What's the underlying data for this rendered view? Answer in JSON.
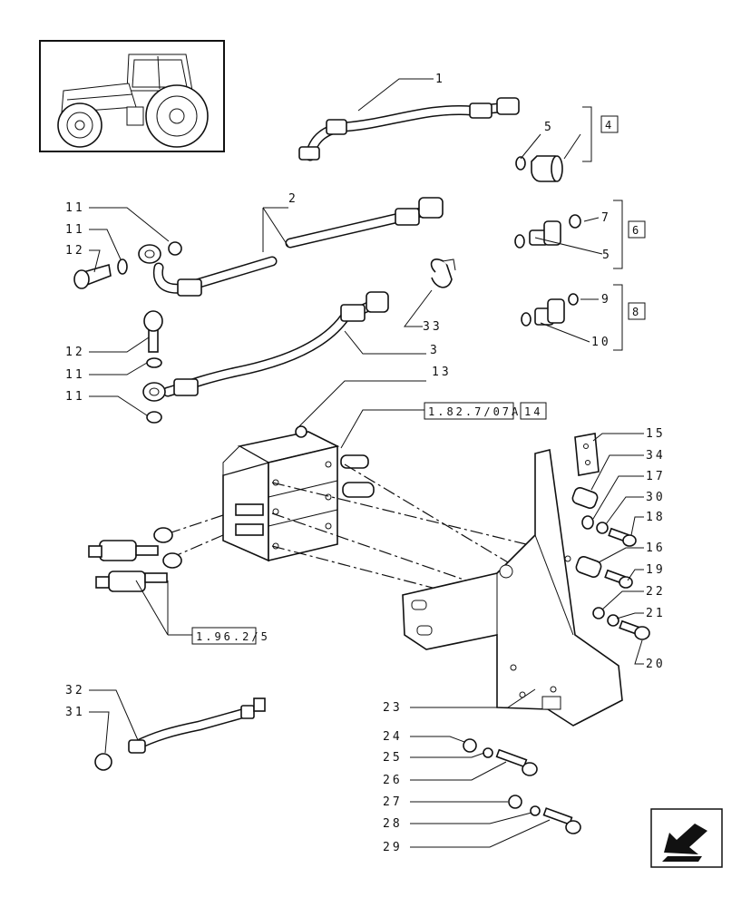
{
  "callouts": [
    {
      "id": "c1",
      "text": "1"
    },
    {
      "id": "c2",
      "text": "2"
    },
    {
      "id": "c3",
      "text": "3"
    },
    {
      "id": "c5a",
      "text": "5"
    },
    {
      "id": "c5b",
      "text": "5"
    },
    {
      "id": "c7",
      "text": "7"
    },
    {
      "id": "c9",
      "text": "9"
    },
    {
      "id": "c10",
      "text": "10"
    },
    {
      "id": "c11a",
      "text": "11"
    },
    {
      "id": "c11b",
      "text": "11"
    },
    {
      "id": "c12a",
      "text": "12"
    },
    {
      "id": "c12b",
      "text": "12"
    },
    {
      "id": "c11c",
      "text": "11"
    },
    {
      "id": "c11d",
      "text": "11"
    },
    {
      "id": "c33",
      "text": "33"
    },
    {
      "id": "c13",
      "text": "13"
    },
    {
      "id": "c15",
      "text": "15"
    },
    {
      "id": "c34",
      "text": "34"
    },
    {
      "id": "c17",
      "text": "17"
    },
    {
      "id": "c30",
      "text": "30"
    },
    {
      "id": "c18",
      "text": "18"
    },
    {
      "id": "c16",
      "text": "16"
    },
    {
      "id": "c19",
      "text": "19"
    },
    {
      "id": "c22",
      "text": "22"
    },
    {
      "id": "c21",
      "text": "21"
    },
    {
      "id": "c20",
      "text": "20"
    },
    {
      "id": "c23",
      "text": "23"
    },
    {
      "id": "c24",
      "text": "24"
    },
    {
      "id": "c25",
      "text": "25"
    },
    {
      "id": "c26",
      "text": "26"
    },
    {
      "id": "c27",
      "text": "27"
    },
    {
      "id": "c28",
      "text": "28"
    },
    {
      "id": "c29",
      "text": "29"
    },
    {
      "id": "c32",
      "text": "32"
    },
    {
      "id": "c31",
      "text": "31"
    }
  ],
  "kits": {
    "k4": "4",
    "k6": "6",
    "k8": "8",
    "k14": "14"
  },
  "refs": {
    "r1": "1.82.7/07A",
    "r2": "1.96.2/5"
  },
  "nav": {
    "icon": "arrow-back-icon"
  }
}
